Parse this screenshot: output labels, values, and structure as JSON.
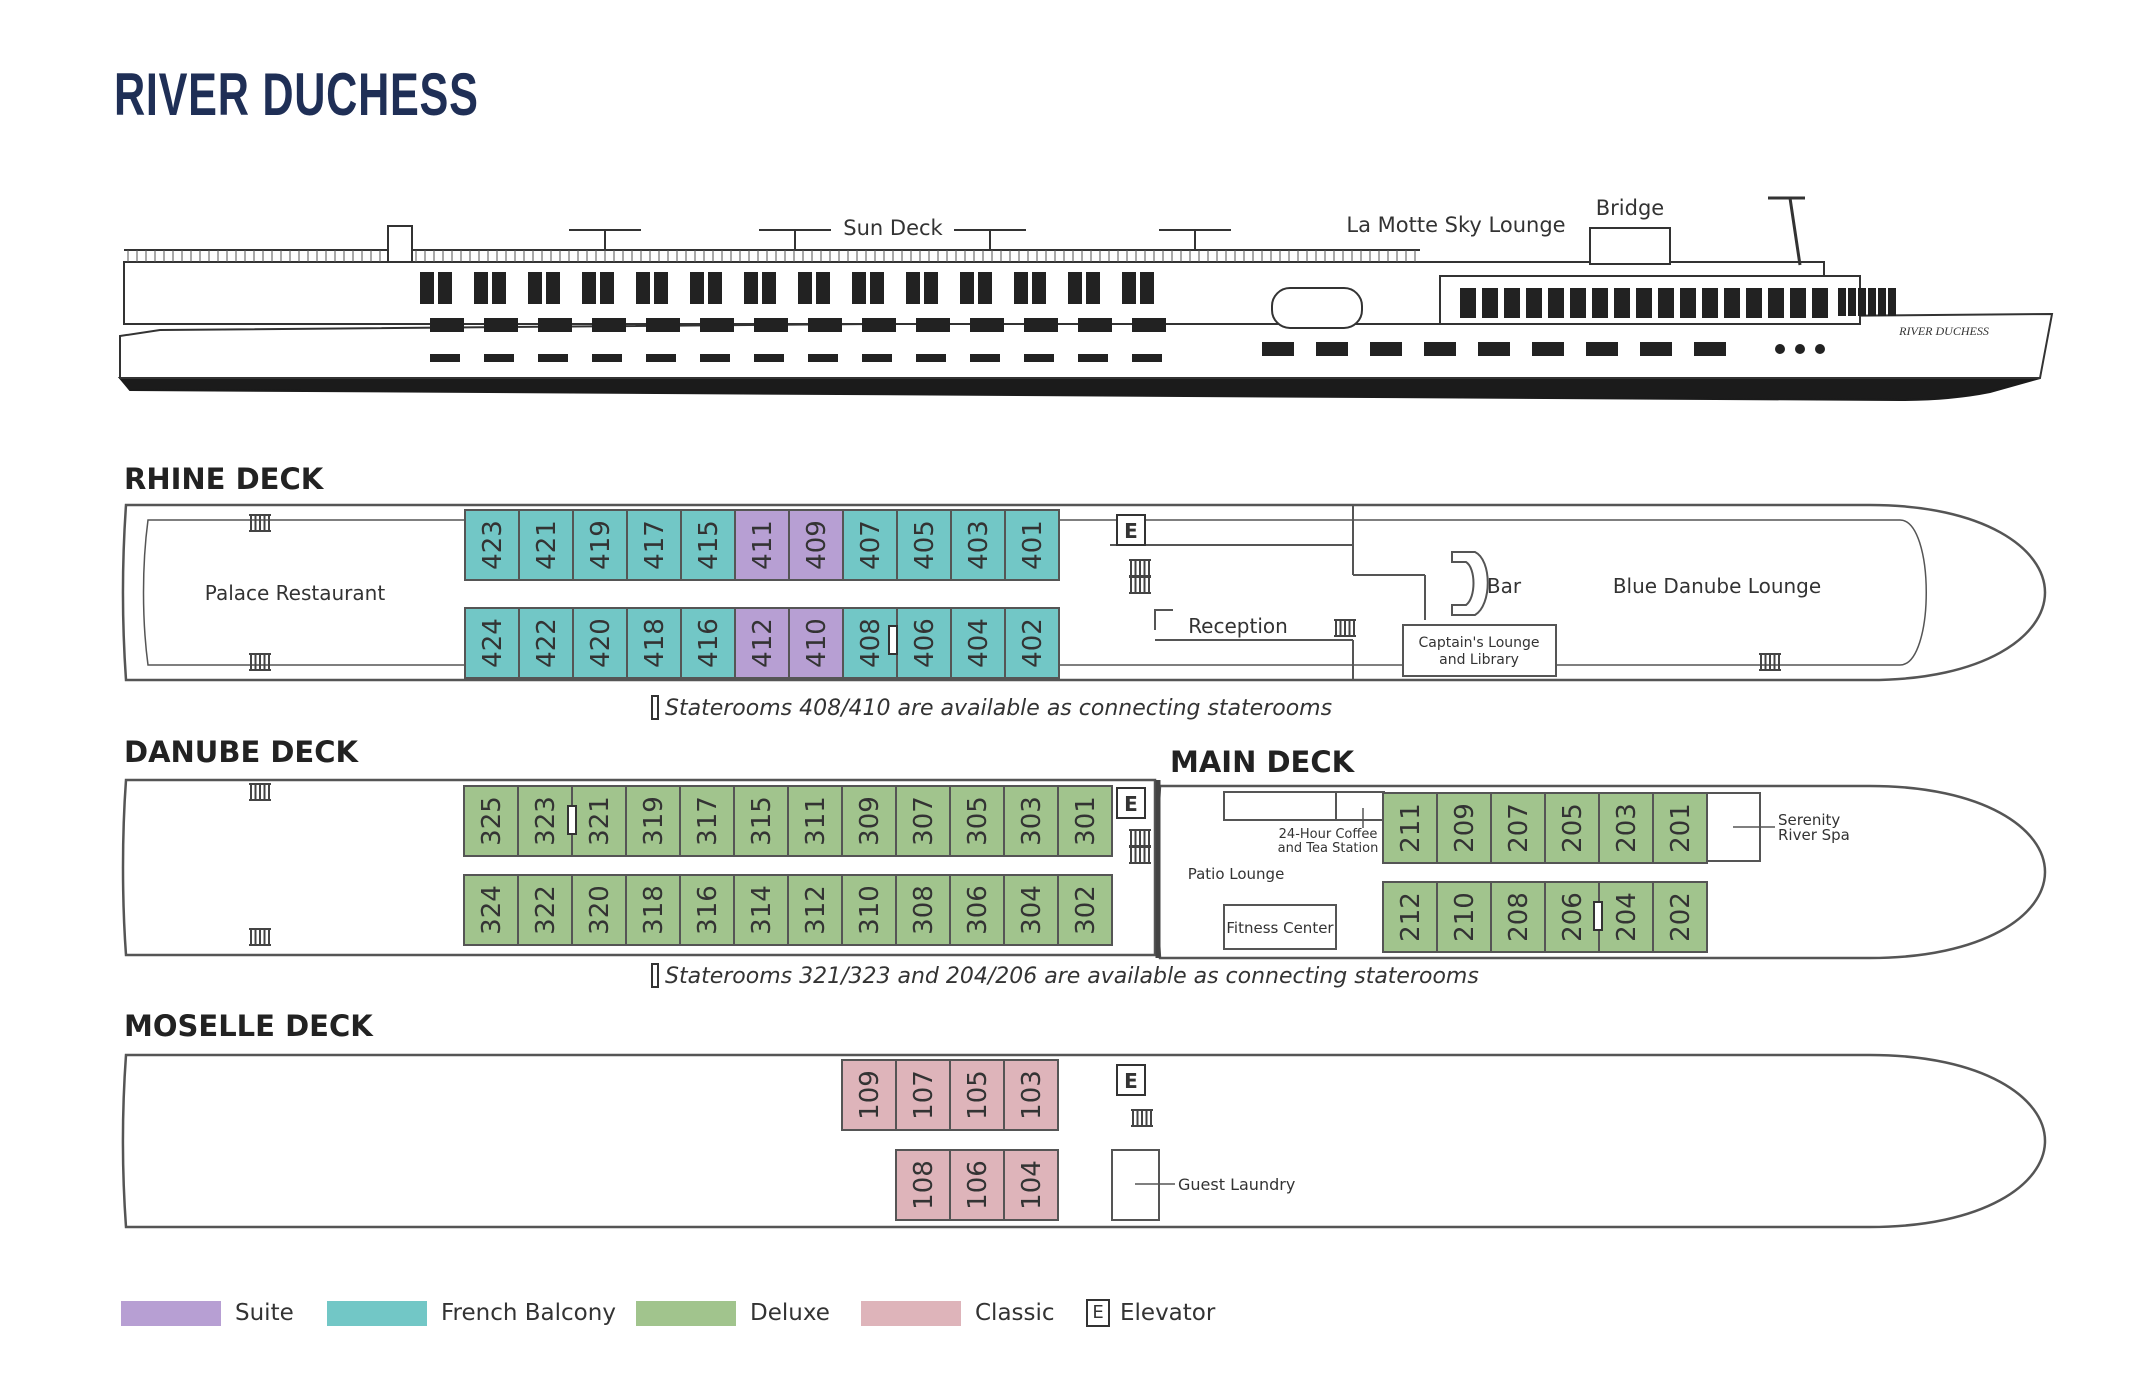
{
  "title": "RIVER DUCHESS",
  "profile": {
    "sun_deck": "Sun Deck",
    "sky_lounge": "La Motte Sky Lounge",
    "bridge": "Bridge",
    "hull_name": "RIVER DUCHESS"
  },
  "colors": {
    "suite": "#b79fd3",
    "french_balcony": "#72c7c6",
    "deluxe": "#a1c48d",
    "classic": "#deb4ba",
    "outline": "#555555",
    "title": "#1f2f56"
  },
  "decks": {
    "rhine": {
      "title": "RHINE DECK",
      "top_row": [
        {
          "num": "423",
          "cat": "french_balcony"
        },
        {
          "num": "421",
          "cat": "french_balcony"
        },
        {
          "num": "419",
          "cat": "french_balcony"
        },
        {
          "num": "417",
          "cat": "french_balcony"
        },
        {
          "num": "415",
          "cat": "french_balcony"
        },
        {
          "num": "411",
          "cat": "suite"
        },
        {
          "num": "409",
          "cat": "suite"
        },
        {
          "num": "407",
          "cat": "french_balcony"
        },
        {
          "num": "405",
          "cat": "french_balcony"
        },
        {
          "num": "403",
          "cat": "french_balcony"
        },
        {
          "num": "401",
          "cat": "french_balcony"
        }
      ],
      "bottom_row": [
        {
          "num": "424",
          "cat": "french_balcony"
        },
        {
          "num": "422",
          "cat": "french_balcony"
        },
        {
          "num": "420",
          "cat": "french_balcony"
        },
        {
          "num": "418",
          "cat": "french_balcony"
        },
        {
          "num": "416",
          "cat": "french_balcony"
        },
        {
          "num": "412",
          "cat": "suite"
        },
        {
          "num": "410",
          "cat": "suite"
        },
        {
          "num": "408",
          "cat": "french_balcony"
        },
        {
          "num": "406",
          "cat": "french_balcony"
        },
        {
          "num": "404",
          "cat": "french_balcony"
        },
        {
          "num": "402",
          "cat": "french_balcony"
        }
      ],
      "palace_restaurant": "Palace Restaurant",
      "reception": "Reception",
      "bar": "Bar",
      "lounge": "Blue Danube Lounge",
      "library_line1": "Captain's Lounge",
      "library_line2": "and Library",
      "elevator": "E",
      "note": "Staterooms 408/410 are available as connecting staterooms"
    },
    "danube": {
      "title": "DANUBE DECK",
      "top_row": [
        {
          "num": "325",
          "cat": "deluxe"
        },
        {
          "num": "323",
          "cat": "deluxe"
        },
        {
          "num": "321",
          "cat": "deluxe"
        },
        {
          "num": "319",
          "cat": "deluxe"
        },
        {
          "num": "317",
          "cat": "deluxe"
        },
        {
          "num": "315",
          "cat": "deluxe"
        },
        {
          "num": "311",
          "cat": "deluxe"
        },
        {
          "num": "309",
          "cat": "deluxe"
        },
        {
          "num": "307",
          "cat": "deluxe"
        },
        {
          "num": "305",
          "cat": "deluxe"
        },
        {
          "num": "303",
          "cat": "deluxe"
        },
        {
          "num": "301",
          "cat": "deluxe"
        }
      ],
      "bottom_row": [
        {
          "num": "324",
          "cat": "deluxe"
        },
        {
          "num": "322",
          "cat": "deluxe"
        },
        {
          "num": "320",
          "cat": "deluxe"
        },
        {
          "num": "318",
          "cat": "deluxe"
        },
        {
          "num": "316",
          "cat": "deluxe"
        },
        {
          "num": "314",
          "cat": "deluxe"
        },
        {
          "num": "312",
          "cat": "deluxe"
        },
        {
          "num": "310",
          "cat": "deluxe"
        },
        {
          "num": "308",
          "cat": "deluxe"
        },
        {
          "num": "306",
          "cat": "deluxe"
        },
        {
          "num": "304",
          "cat": "deluxe"
        },
        {
          "num": "302",
          "cat": "deluxe"
        }
      ],
      "elevator": "E",
      "note": "Staterooms 321/323 and 204/206 are available as connecting staterooms"
    },
    "main": {
      "title": "MAIN DECK",
      "top_row": [
        {
          "num": "211",
          "cat": "deluxe"
        },
        {
          "num": "209",
          "cat": "deluxe"
        },
        {
          "num": "207",
          "cat": "deluxe"
        },
        {
          "num": "205",
          "cat": "deluxe"
        },
        {
          "num": "203",
          "cat": "deluxe"
        },
        {
          "num": "201",
          "cat": "deluxe"
        }
      ],
      "bottom_row": [
        {
          "num": "212",
          "cat": "deluxe"
        },
        {
          "num": "210",
          "cat": "deluxe"
        },
        {
          "num": "208",
          "cat": "deluxe"
        },
        {
          "num": "206",
          "cat": "deluxe"
        },
        {
          "num": "204",
          "cat": "deluxe"
        },
        {
          "num": "202",
          "cat": "deluxe"
        }
      ],
      "coffee_line1": "24-Hour Coffee",
      "coffee_line2": "and Tea Station",
      "patio_lounge": "Patio Lounge",
      "fitness_center": "Fitness Center",
      "spa_line1": "Serenity",
      "spa_line2": "River Spa"
    },
    "moselle": {
      "title": "MOSELLE DECK",
      "top_row": [
        {
          "num": "109",
          "cat": "classic"
        },
        {
          "num": "107",
          "cat": "classic"
        },
        {
          "num": "105",
          "cat": "classic"
        },
        {
          "num": "103",
          "cat": "classic"
        }
      ],
      "bottom_row": [
        {
          "num": "108",
          "cat": "classic"
        },
        {
          "num": "106",
          "cat": "classic"
        },
        {
          "num": "104",
          "cat": "classic"
        }
      ],
      "elevator": "E",
      "laundry": "Guest Laundry"
    }
  },
  "legend": {
    "suite": "Suite",
    "french_balcony": "French Balcony",
    "deluxe": "Deluxe",
    "classic": "Classic",
    "elevator_symbol": "E",
    "elevator": "Elevator"
  }
}
